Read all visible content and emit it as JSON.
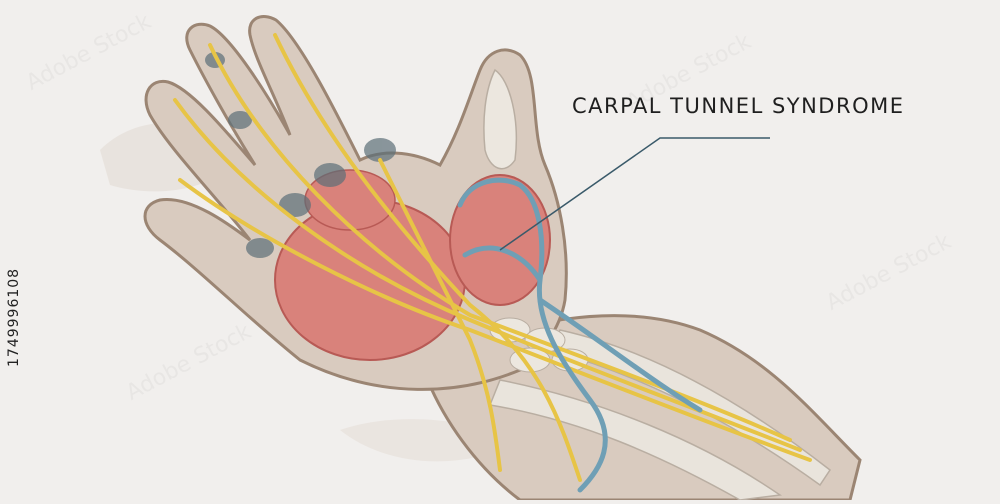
{
  "illustration": {
    "title": "CARPAL TUNNEL SYNDROME",
    "stock_id": "1749996108",
    "watermark_text": "Adobe Stock",
    "colors": {
      "background": "#f1efed",
      "skin": "#d9cbbf",
      "skin_outline": "#9b8573",
      "muscle": "#d9827b",
      "muscle_dark": "#b85a55",
      "tendon_nerve": "#e7c446",
      "vein": "#6f9fb5",
      "bone": "#e9e4dc",
      "joint": "#5c6f78"
    }
  }
}
